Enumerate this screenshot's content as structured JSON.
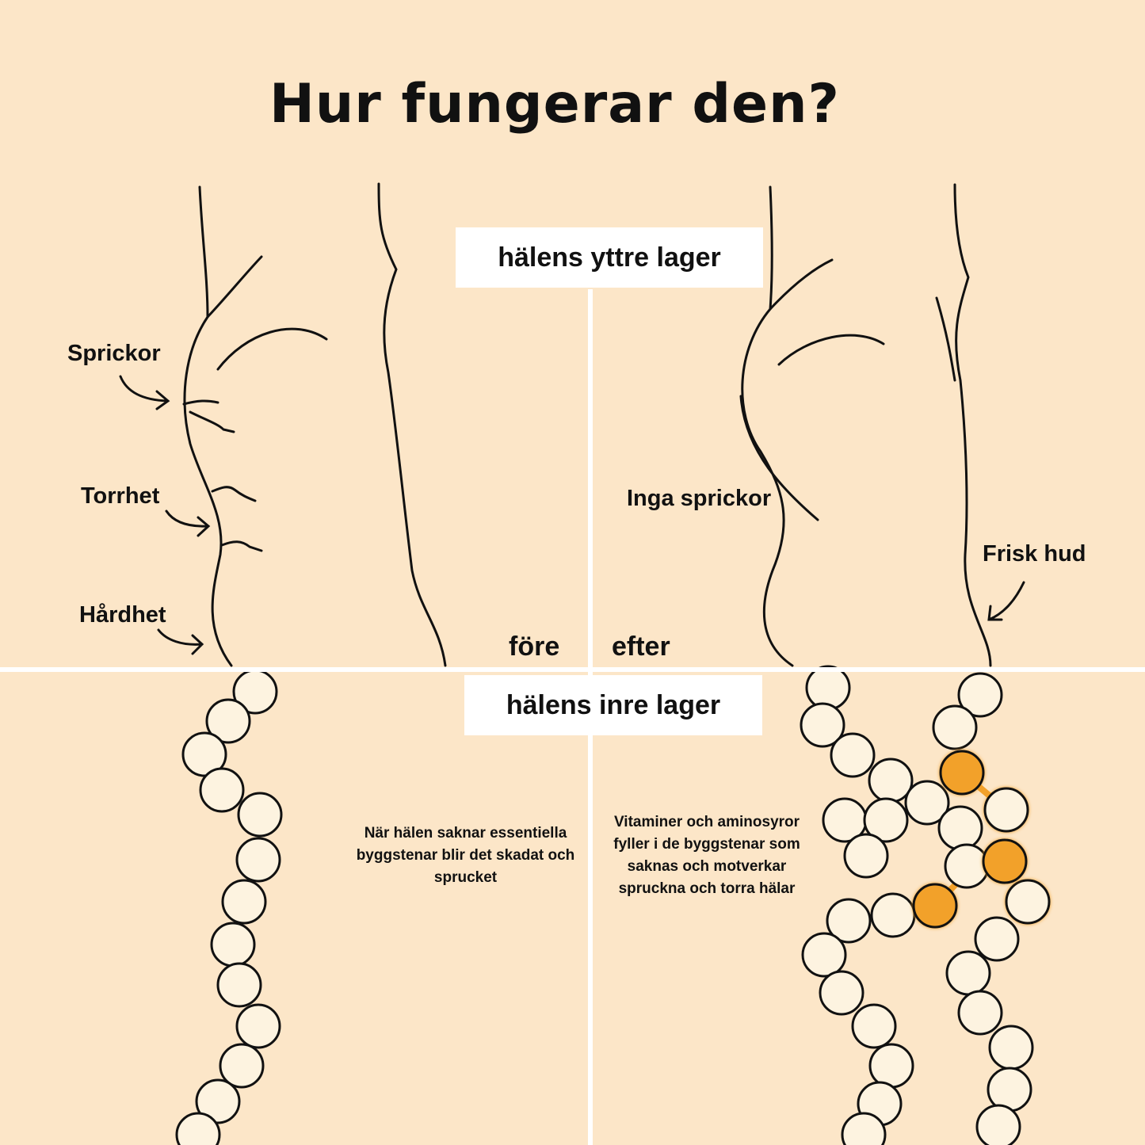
{
  "title": "Hur fungerar den?",
  "outer_layer_label": "hälens yttre lager",
  "inner_layer_label": "hälens inre lager",
  "before": {
    "label": "före",
    "annotations": [
      "Sprickor",
      "Torrhet",
      "Hårdhet"
    ],
    "description": "När hälen saknar essentiella byggstenar blir det skadat och sprucket"
  },
  "after": {
    "label": "efter",
    "annotations": [
      "Inga sprickor",
      "Frisk hud"
    ],
    "description": "Vitaminer och aminosyror fyller i de byggstenar som saknas och motverkar spruckna och torra hälar"
  },
  "colors": {
    "background": "#fce6c8",
    "bead": "#fdf3e0",
    "filled_bead": "#f2a12a",
    "outline": "#111111"
  }
}
